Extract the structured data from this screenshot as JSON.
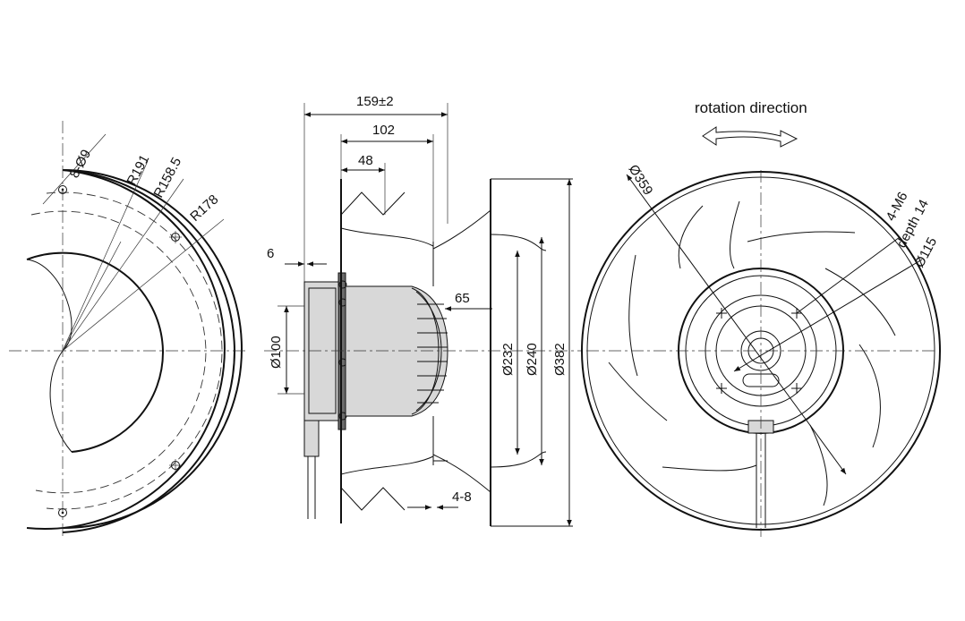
{
  "labels": {
    "rotation": "rotation direction",
    "holes": "8-Ø9",
    "r191": "R191",
    "r158": "R158.5",
    "r178": "R178",
    "len159": "159±2",
    "len102": "102",
    "len48": "48",
    "len6": "6",
    "len65": "65",
    "d100": "Ø100",
    "d232": "Ø232",
    "d240": "Ø240",
    "d382": "Ø382",
    "gap": "4-8",
    "d359": "Ø359",
    "m6": "4-M6",
    "depth": "depth 14",
    "d115": "Ø115"
  }
}
